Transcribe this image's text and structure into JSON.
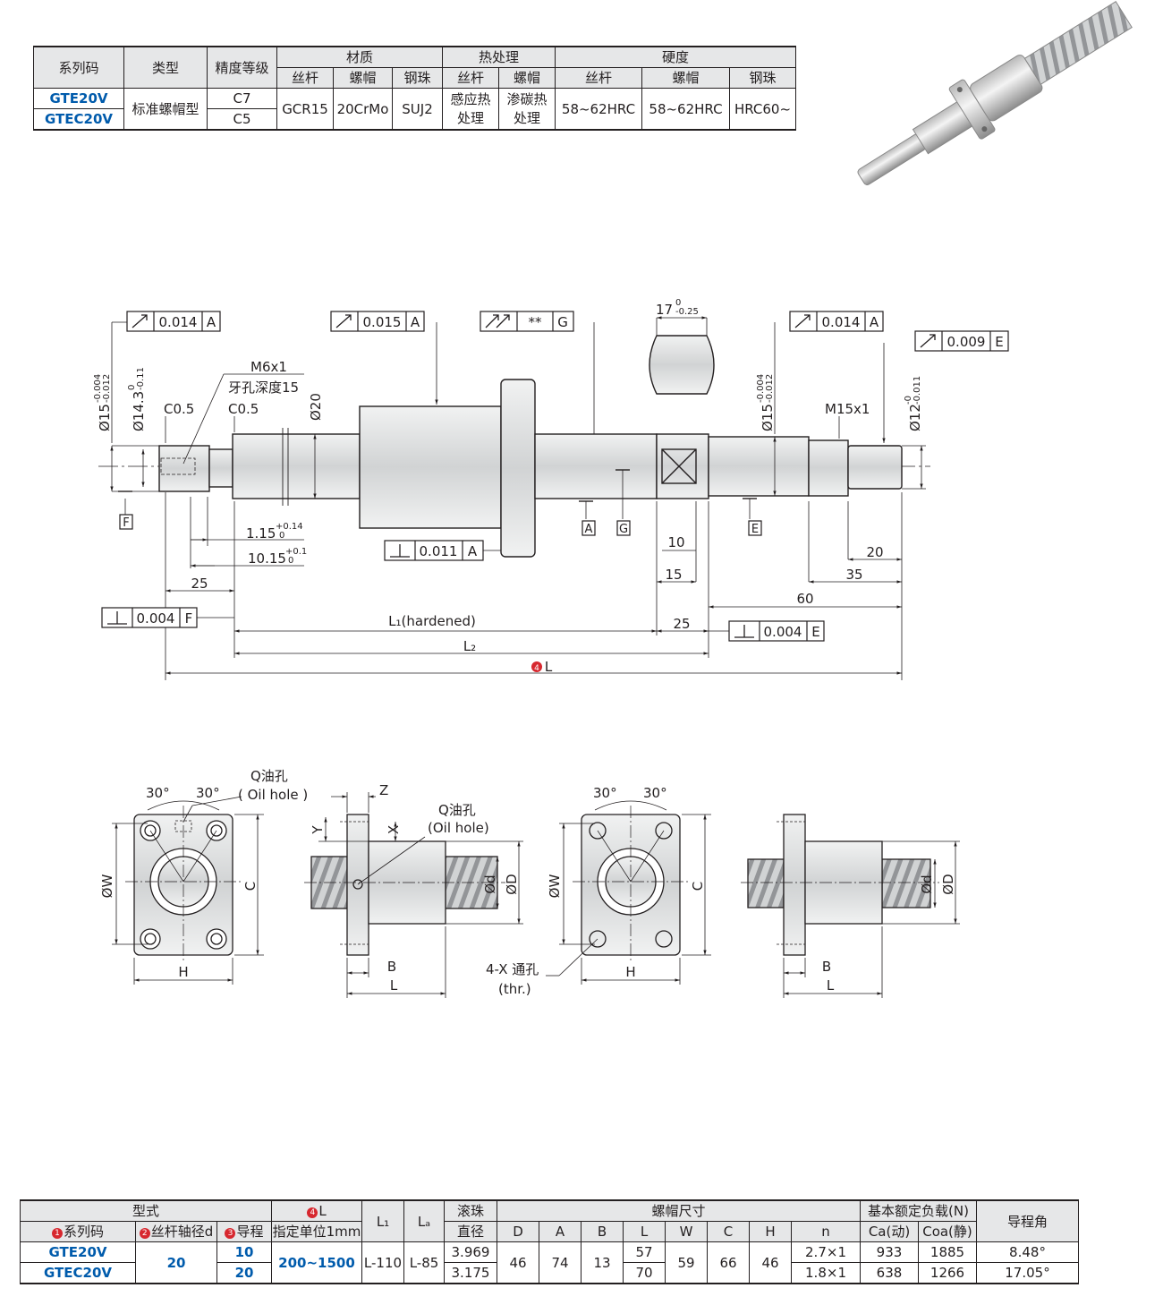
{
  "spec_table": {
    "headers": {
      "series": "系列码",
      "type": "类型",
      "precision": "精度等级",
      "material": "材质",
      "heat_treatment": "热处理",
      "hardness": "硬度",
      "screw": "丝杆",
      "nut": "螺帽",
      "ball": "钢珠"
    },
    "rows": {
      "series_1": "GTE20V",
      "series_2": "GTEC20V",
      "type": "标准螺帽型",
      "precision_1": "C7",
      "precision_2": "C5",
      "mat_screw": "GCR15",
      "mat_nut": "20CrMo",
      "mat_ball": "SUJ2",
      "ht_screw": "感应热处理",
      "ht_nut": "渗碳热处理",
      "hd_screw": "58~62HRC",
      "hd_nut": "58~62HRC",
      "hd_ball": "HRC60~"
    }
  },
  "shaft_drawing": {
    "tolerances": {
      "runout_a1": "0.014",
      "runout_a2": "0.015",
      "runout_g": "**",
      "runout_a3": "0.014",
      "runout_e": "0.009",
      "perp_a": "0.011",
      "perp_f": "0.004",
      "perp_e": "0.004",
      "datum_a": "A",
      "datum_g": "G",
      "datum_e": "E",
      "datum_f": "F"
    },
    "labels": {
      "m6": "M6x1",
      "tap_depth": "牙孔深度15",
      "c05_1": "C0.5",
      "c05_2": "C0.5",
      "d15": "Ø15",
      "d15_tol_up": "-0.004",
      "d15_tol_dn": "-0.012",
      "d143": "Ø14.3",
      "d143_tol_up": "0",
      "d143_tol_dn": "-0.11",
      "d20": "Ø20",
      "w17": "17",
      "w17_tol_up": "0",
      "w17_tol_dn": "-0.25",
      "d15b": "Ø15",
      "d15b_tol_up": "-0.004",
      "d15b_tol_dn": "-0.012",
      "m15": "M15x1",
      "d12": "Ø12",
      "d12_tol_up": "-0",
      "d12_tol_dn": "-0.011",
      "dim_115": "1.15",
      "dim_115_tol_up": "+0.14",
      "dim_115_tol_dn": "0",
      "dim_1015": "10.15",
      "dim_1015_tol_up": "+0.1",
      "dim_1015_tol_dn": "0",
      "dim_25a": "25",
      "dim_10": "10",
      "dim_15": "15",
      "dim_20": "20",
      "dim_35": "35",
      "dim_60": "60",
      "dim_25b": "25",
      "l1": "L₁(hardened)",
      "l2": "L₂",
      "l_num": "4",
      "l": "L"
    }
  },
  "nut_views": {
    "angle1": "30°",
    "angle2": "30°",
    "angle3": "30°",
    "angle4": "30°",
    "oil_hole_cn": "Q油孔",
    "oil_hole_en": "( Oil hole )",
    "oil_hole_cn2": "Q油孔",
    "oil_hole_en2": "(Oil hole)",
    "w": "ØW",
    "c": "C",
    "h": "H",
    "w2": "ØW",
    "c2": "C",
    "h2": "H",
    "z": "Z",
    "y": "Y",
    "x": "X",
    "b": "B",
    "l": "L",
    "b2": "B",
    "l2": "L",
    "d_small": "Ød",
    "d_big": "ØD",
    "d_small2": "Ød",
    "d_big2": "ØD",
    "thru_cn": "4-X 通孔",
    "thru_en": "(thr.)"
  },
  "dim_table": {
    "headers": {
      "model": "型式",
      "l_num": "4",
      "l": "L",
      "l_unit": "指定单位1mm",
      "l1": "L₁",
      "la": "Lₐ",
      "ball": "滚珠",
      "ball2": "直径",
      "nut_dims": "螺帽尺寸",
      "load": "基本额定负载(N)",
      "lead_angle": "导程角",
      "series_num": "1",
      "series": "系列码",
      "shaft_num": "2",
      "shaft": "丝杆轴径d",
      "lead_num": "3",
      "lead": "导程",
      "D": "D",
      "A": "A",
      "B": "B",
      "Lc": "L",
      "W": "W",
      "C": "C",
      "H": "H",
      "n": "n",
      "ca": "Ca(动)",
      "coa": "Coa(静)"
    },
    "rows": {
      "series_1": "GTE20V",
      "series_2": "GTEC20V",
      "shaft_d": "20",
      "lead_1": "10",
      "lead_2": "20",
      "l_range": "200~1500",
      "l1": "L-110",
      "la": "L-85",
      "ball_1": "3.969",
      "ball_2": "3.175",
      "D": "46",
      "A": "74",
      "B": "13",
      "L_1": "57",
      "L_2": "70",
      "W": "59",
      "C": "66",
      "H": "46",
      "n_1": "2.7×1",
      "n_2": "1.8×1",
      "ca_1": "933",
      "ca_2": "638",
      "coa_1": "1885",
      "coa_2": "1266",
      "angle_1": "8.48°",
      "angle_2": "17.05°"
    }
  }
}
